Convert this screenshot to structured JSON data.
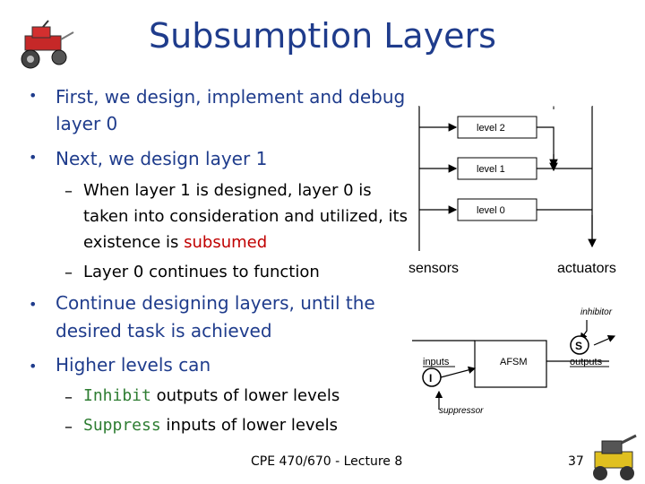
{
  "title": "Subsumption Layers",
  "bullets": [
    {
      "line1": "First, we design, implement and debug",
      "line2": "layer 0"
    },
    {
      "line1": "Next, we design layer 1"
    },
    {
      "line1": "Continue designing layers, until the",
      "line2": "desired task is achieved"
    },
    {
      "line1": "Higher levels can"
    }
  ],
  "subbullets": {
    "s1_line1": "When layer 1 is designed, layer 0 is",
    "s1_line2": "taken into consideration and utilized, its",
    "s1_line3_pre": "existence is ",
    "s1_line3_red": "subsumed",
    "s2": "Layer 0 continues to function",
    "s3_green": "Inhibit",
    "s3_rest": " outputs of lower levels",
    "s4_green": "Suppress",
    "s4_rest": " inputs of lower levels"
  },
  "bullet_mark": "•",
  "dash_mark": "–",
  "diagram1": {
    "level2": "level 2",
    "level1": "level 1",
    "level0": "level 0",
    "sensors": "sensors",
    "actuators": "actuators"
  },
  "diagram2": {
    "inhibitor": "inhibitor",
    "s_label": "S",
    "inputs": "inputs",
    "afsm": "AFSM",
    "outputs": "outputs",
    "i_label": "I",
    "suppressor": "suppressor"
  },
  "footer": "CPE 470/670 - Lecture 8",
  "page_number": "37",
  "colors": {
    "title": "#1f3c8c",
    "red": "#c00000",
    "green": "#2e7d32"
  }
}
